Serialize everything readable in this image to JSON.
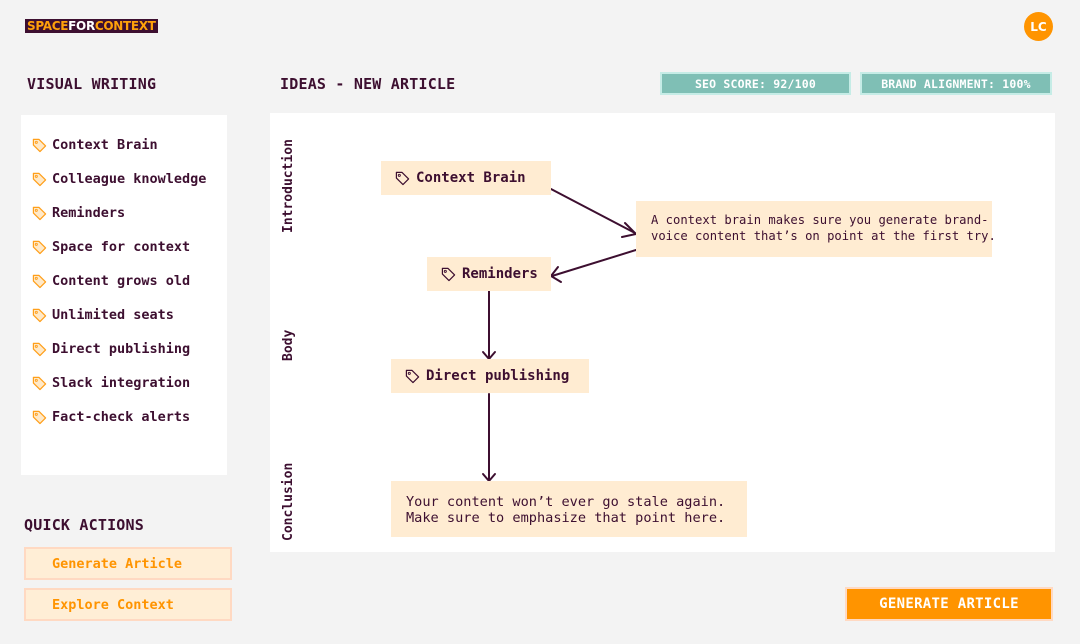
{
  "app": {
    "logo": {
      "part1": "SPACE",
      "part2": "FOR",
      "part3": "CONTEXT"
    },
    "user_initials": "LC"
  },
  "colors": {
    "brand_orange": "#ff9400",
    "dark_plum": "#3d0f30",
    "teal_badge": "#7fbfb5",
    "node_bg": "#ffecd2",
    "background": "#f3f3f3"
  },
  "sidebar": {
    "title": "VISUAL WRITING",
    "items": [
      {
        "label": "Context Brain",
        "icon": "tag-icon"
      },
      {
        "label": "Colleague knowledge",
        "icon": "tag-icon"
      },
      {
        "label": "Reminders",
        "icon": "tag-icon"
      },
      {
        "label": "Space for context",
        "icon": "tag-icon"
      },
      {
        "label": "Content grows old",
        "icon": "tag-icon"
      },
      {
        "label": "Unlimited seats",
        "icon": "tag-icon"
      },
      {
        "label": "Direct publishing",
        "icon": "tag-icon"
      },
      {
        "label": "Slack integration",
        "icon": "tag-icon"
      },
      {
        "label": "Fact-check alerts",
        "icon": "tag-icon"
      }
    ]
  },
  "quick_actions": {
    "title": "QUICK ACTIONS",
    "buttons": [
      {
        "label": "Generate Article"
      },
      {
        "label": "Explore Context"
      }
    ]
  },
  "main": {
    "title": "IDEAS - NEW ARTICLE",
    "badges": {
      "seo": "SEO SCORE: 92/100",
      "brand": "BRAND ALIGNMENT: 100%"
    },
    "sections": [
      "Introduction",
      "Body",
      "Conclusion"
    ],
    "nodes": [
      {
        "label": "Context Brain",
        "icon": "tag-icon"
      },
      {
        "label": "Reminders",
        "icon": "tag-icon"
      },
      {
        "label": "Direct publishing",
        "icon": "tag-icon"
      }
    ],
    "notes": [
      "A context brain makes sure you generate brand-\nvoice content that’s on point at the first try.",
      "Your content won’t ever go stale again.\nMake sure to emphasize that point here."
    ],
    "cta_label": "GENERATE ARTICLE"
  }
}
